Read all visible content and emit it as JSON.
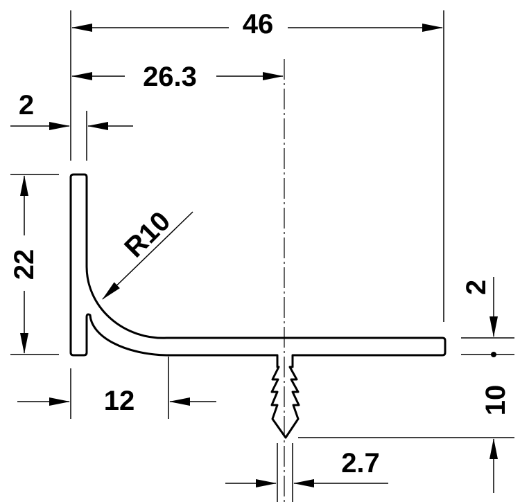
{
  "dimensions": {
    "overall_width": "46",
    "center_offset": "26.3",
    "wall_thickness": "2",
    "height": "22",
    "radius": "R10",
    "curve_width": "12",
    "flange_thickness": "2",
    "pin_length": "10",
    "pin_diameter": "2.7"
  }
}
